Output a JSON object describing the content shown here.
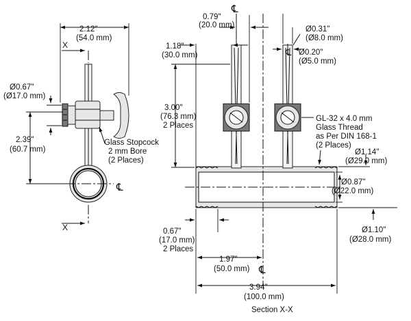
{
  "labels": {
    "w_in": "2.12\"",
    "w_mm": "(54.0 mm)",
    "sx_top": "X",
    "sx_bot": "X",
    "d1_in": "Ø0.67\"",
    "d1_mm": "(Ø17.0 mm)",
    "h1_in": "2.39\"",
    "h1_mm": "(60.7 mm)",
    "stop1": "Glass Stopcock",
    "stop2": "2 mm Bore",
    "stop3": "(2 Places)",
    "cl": "℄",
    "a_in": "0.79\"",
    "a_mm": "(20.0 mm)",
    "b_in": "1.18\"",
    "b_mm": "(30.0 mm)",
    "h3_in": "3.00\"",
    "h3_mm": "(76.3 mm)",
    "h3_n": "2 Places",
    "d031_in": "Ø0.31\"",
    "d031_mm": "(Ø8.0 mm)",
    "d020_in": "Ø0.20\"",
    "d020_mm": "(Ø5.0 mm)",
    "gl1": "GL-32 x 4.0 mm",
    "gl2": "Glass Thread",
    "gl3": "as Per DIN 168-1",
    "gl4": "(2 Places)",
    "d114_in": "Ø1.14\"",
    "d114_mm": "(Ø29.0 mm)",
    "d087_in": "Ø0.87\"",
    "d087_mm": "(Ø22.0 mm)",
    "d110_in": "Ø1.10\"",
    "d110_mm": "(Ø28.0 mm)",
    "e_in": "0.67\"",
    "e_mm": "(17.0 mm)",
    "e_n": "2 Places",
    "f_in": "1.97\"",
    "f_mm": "(50.0 mm)",
    "g_in": "3.94\"",
    "g_mm": "(100.0 mm)",
    "section": "Section X-X"
  }
}
